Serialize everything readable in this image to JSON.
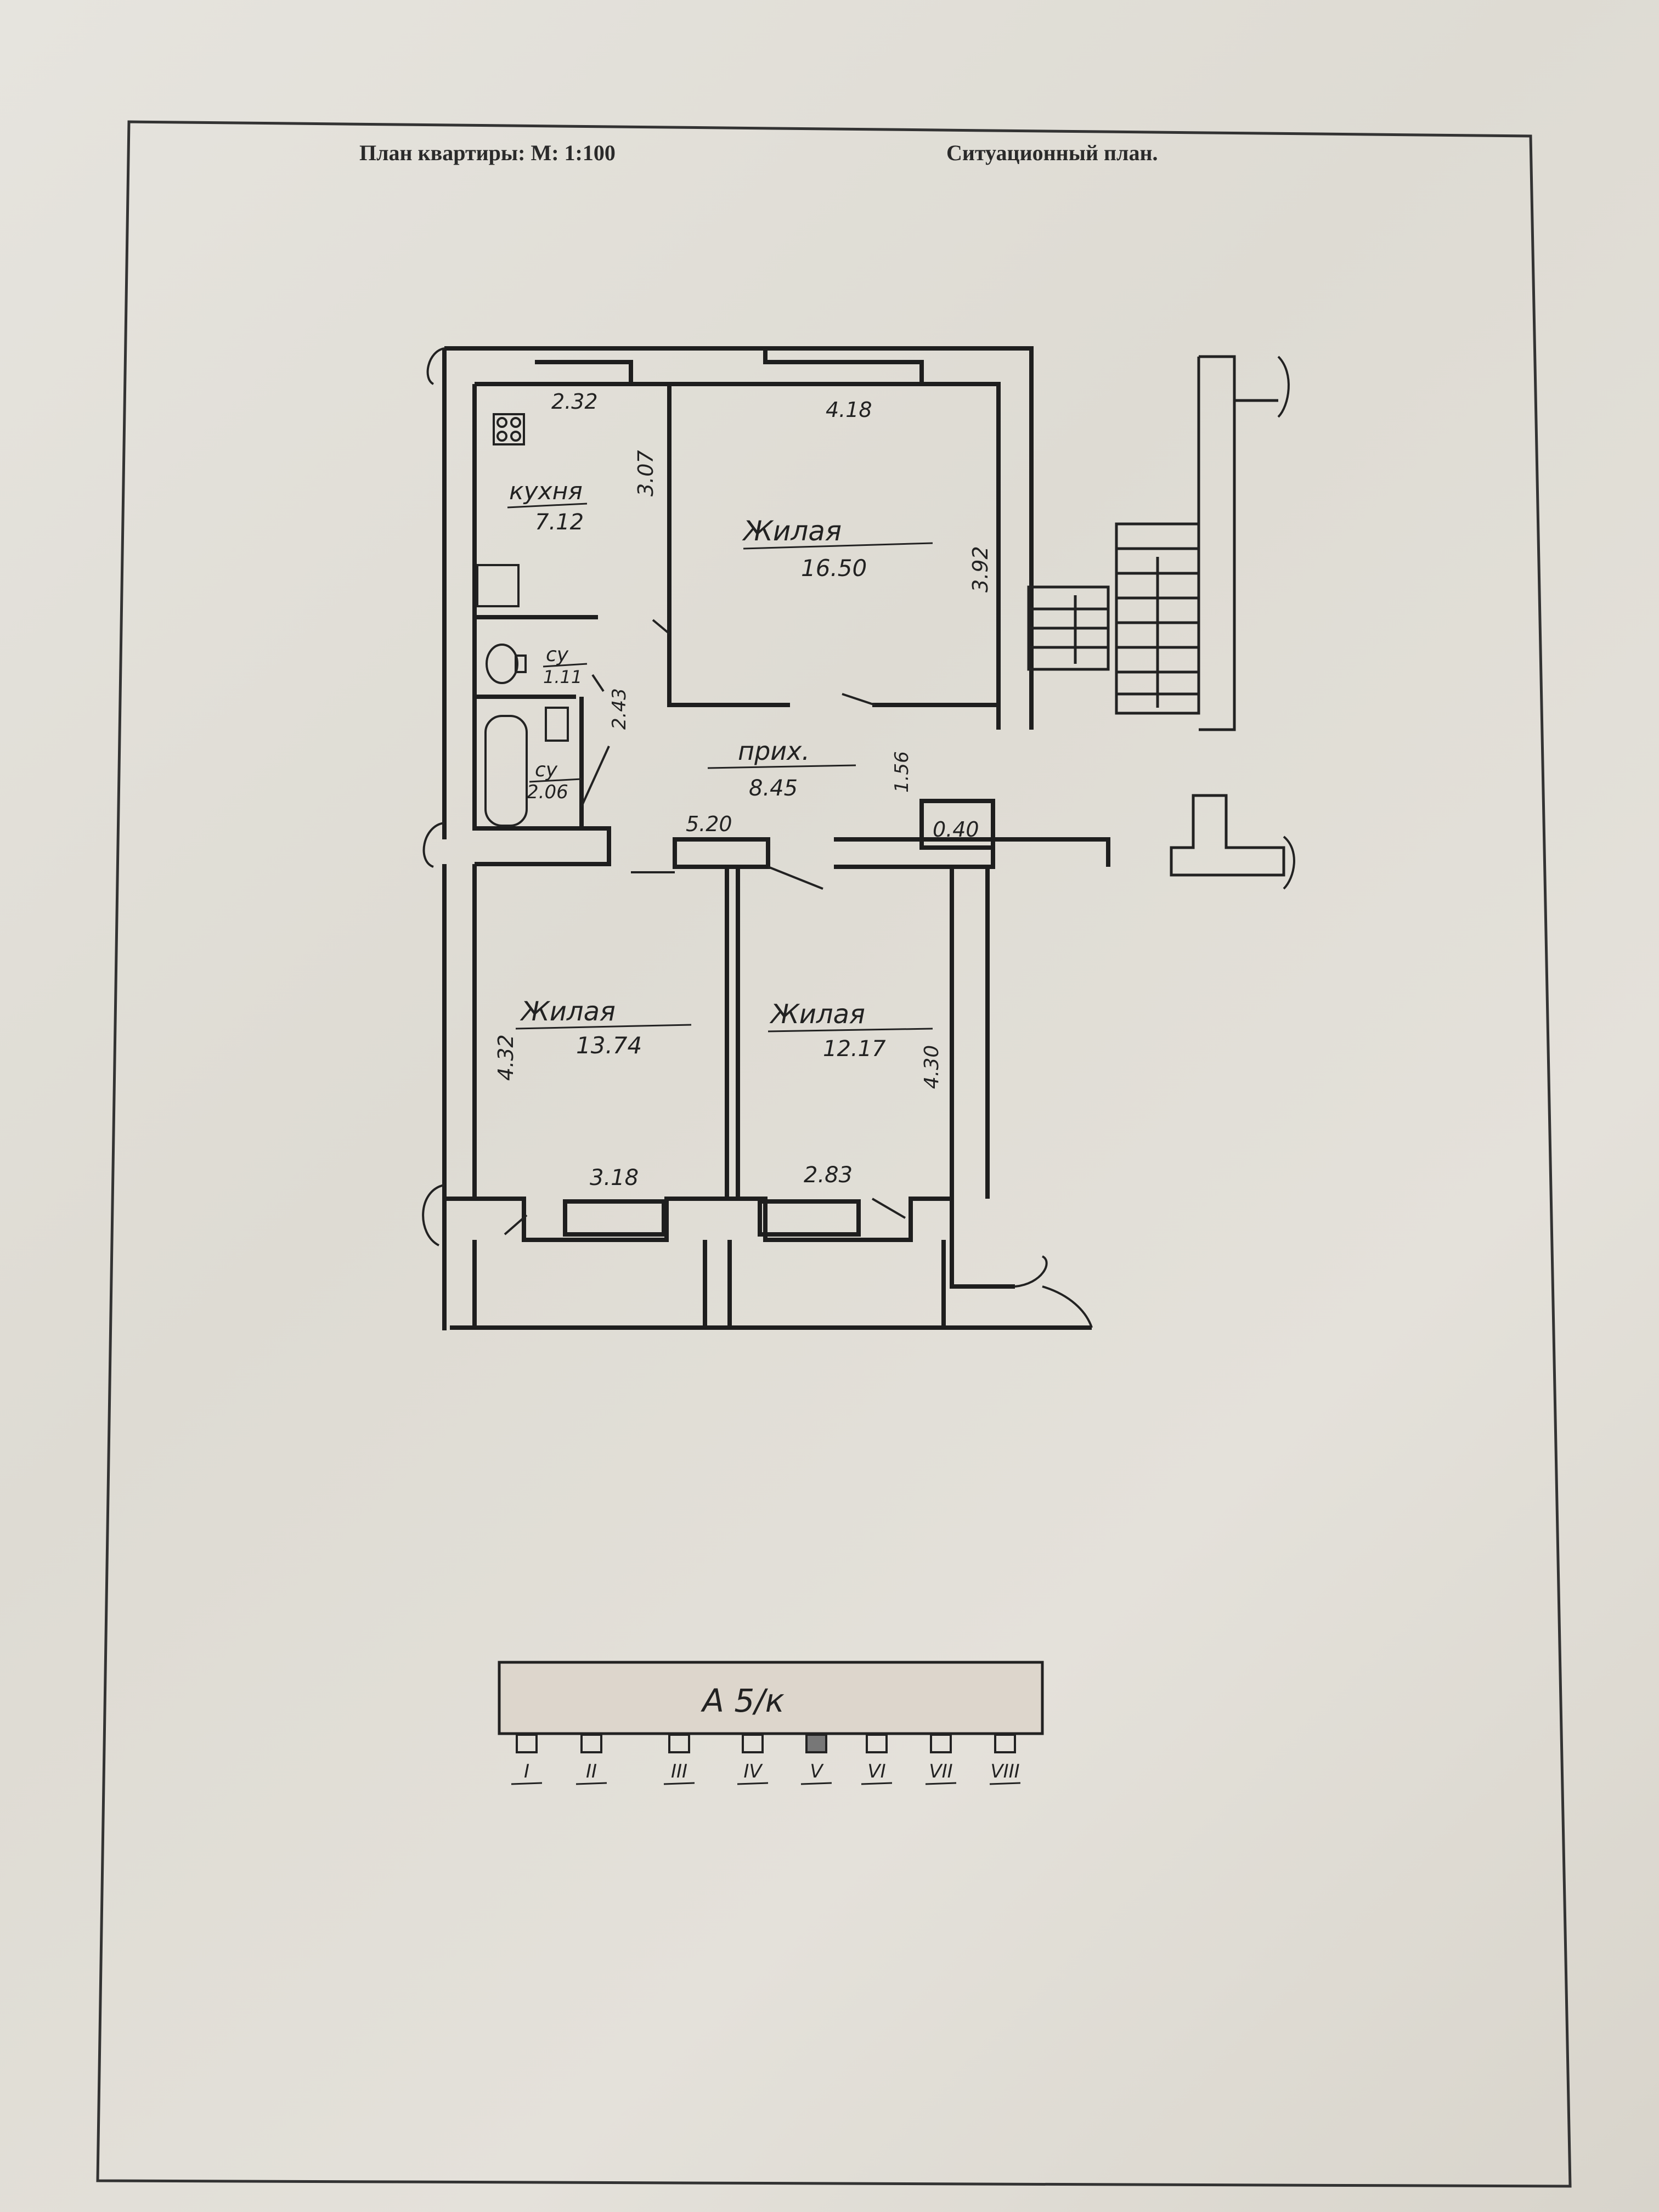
{
  "header": {
    "plan_title": "План квартиры: М: 1:100",
    "situation_title": "Ситуационный план."
  },
  "rooms": {
    "kitchen": {
      "name": "кухня",
      "area": "7.12"
    },
    "living_big": {
      "name": "Жилая",
      "area": "16.50"
    },
    "wc": {
      "name": "су",
      "area": "1.11"
    },
    "bath": {
      "name": "су",
      "area": "2.06"
    },
    "hall": {
      "name": "прих.",
      "area": "8.45"
    },
    "closet": {
      "area": "0.40"
    },
    "living_left": {
      "name": "Жилая",
      "area": "13.74"
    },
    "living_right": {
      "name": "Жилая",
      "area": "12.17"
    }
  },
  "dimensions": {
    "kitchen_width": "2.32",
    "kitchen_depth": "3.07",
    "living_big_width": "4.18",
    "living_big_depth": "3.92",
    "bath_depth": "2.43",
    "hall_depth": "1.56",
    "hall_length": "5.20",
    "living_left_depth": "4.32",
    "living_left_width": "3.18",
    "living_right_width": "2.83",
    "living_right_depth": "4.30"
  },
  "situation_plan": {
    "building_label": "А 5/к",
    "entrances": [
      "I",
      "II",
      "III",
      "IV",
      "V",
      "VI",
      "VII",
      "VIII"
    ],
    "highlighted_entrance": "V"
  }
}
